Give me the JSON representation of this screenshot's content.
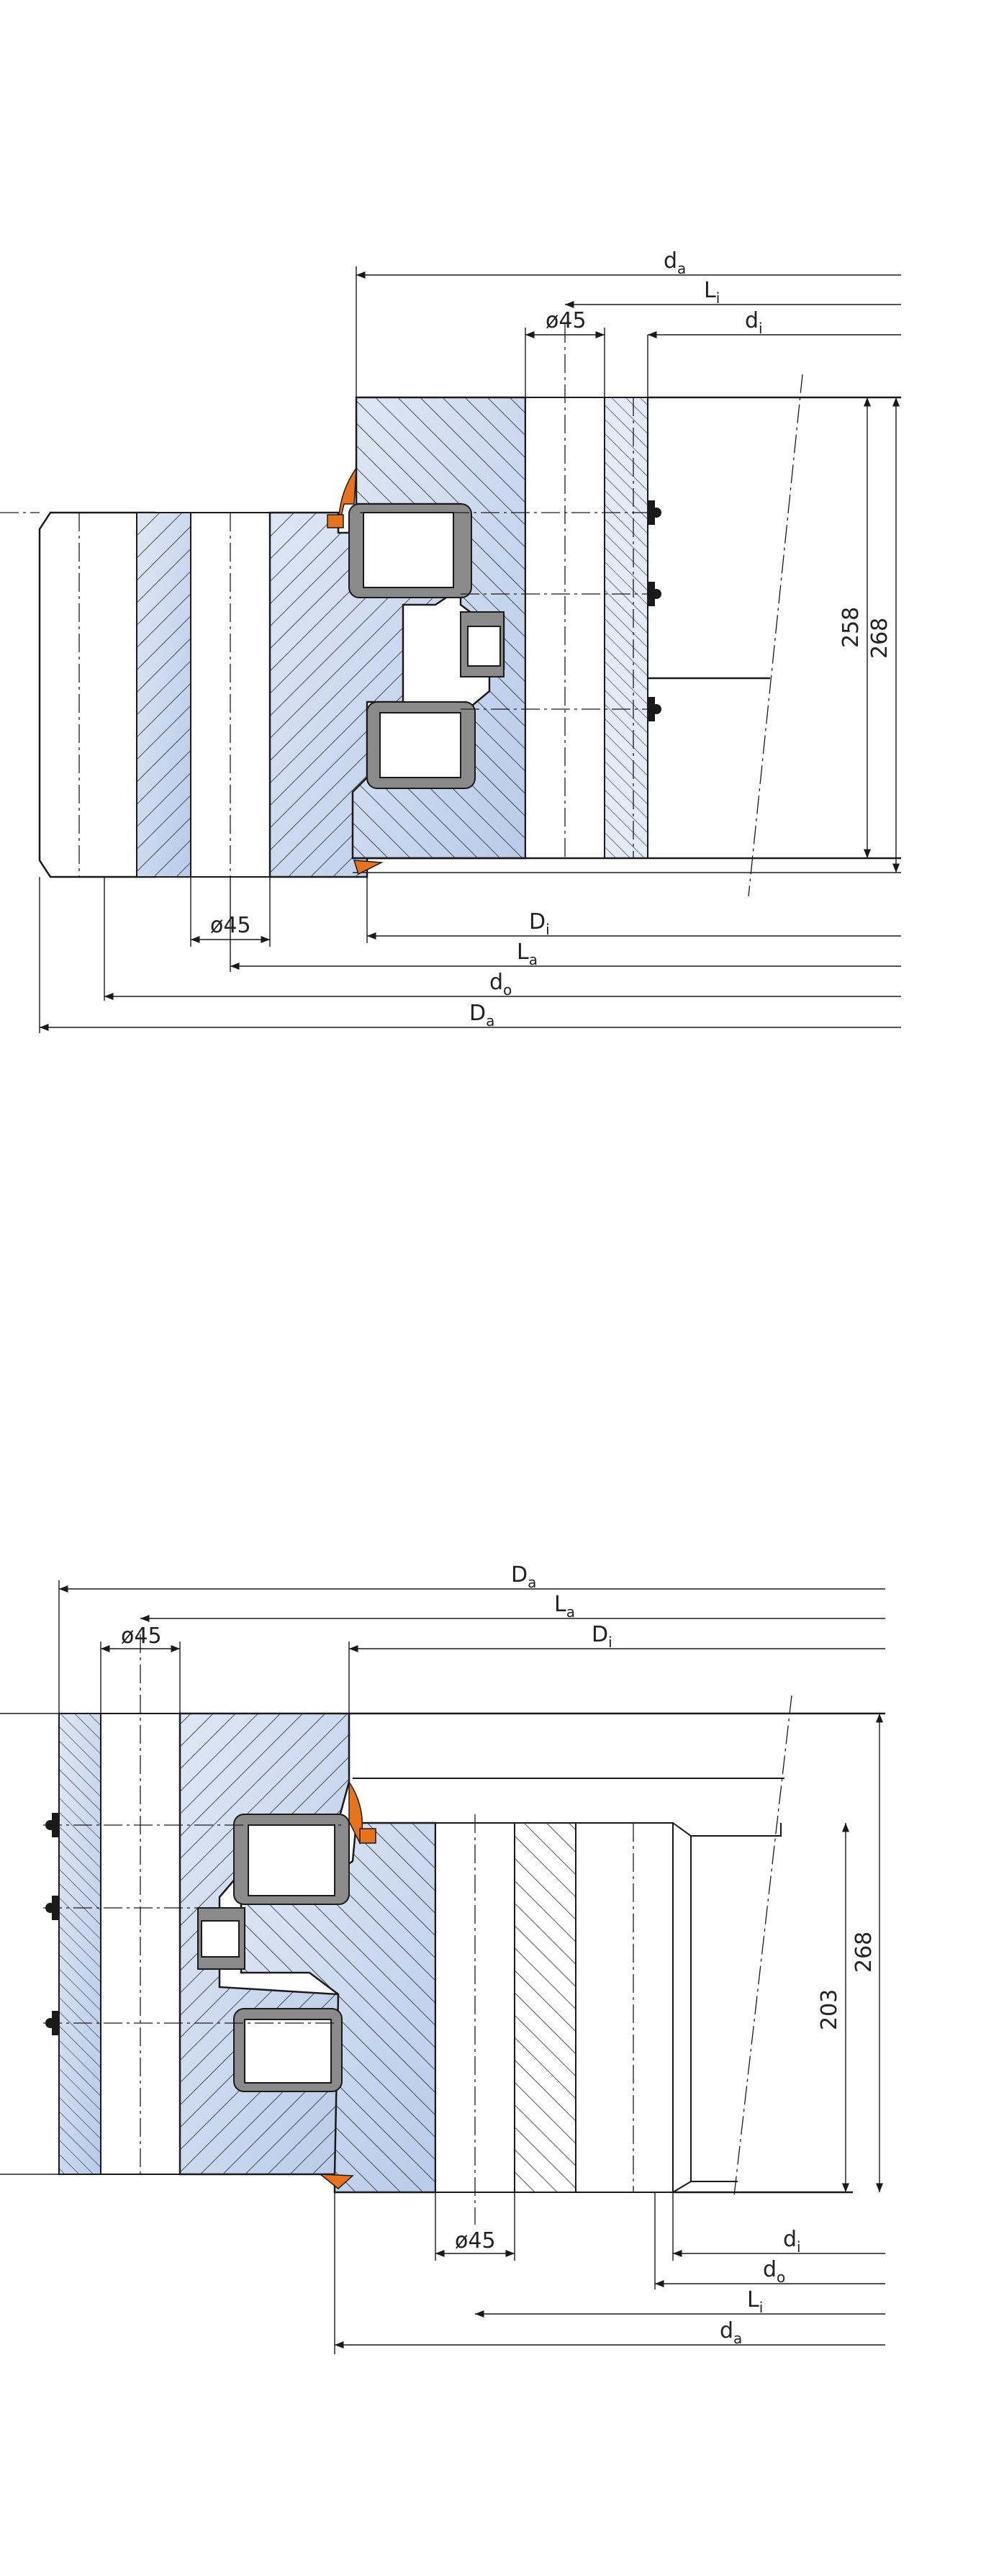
{
  "figures": [
    {
      "id": "top",
      "labels": {
        "da": [
          "d",
          "a"
        ],
        "Li": [
          "L",
          "i"
        ],
        "di": [
          "d",
          "i"
        ],
        "Di": [
          "D",
          "i"
        ],
        "La": [
          "L",
          "a"
        ],
        "do": [
          "d",
          "o"
        ],
        "Da": [
          "D",
          "a"
        ]
      },
      "hole_top": "ø45",
      "hole_bottom": "ø45",
      "height_inner": "258",
      "height_outer": "268"
    },
    {
      "id": "bottom",
      "labels": {
        "Da": [
          "D",
          "a"
        ],
        "La": [
          "L",
          "a"
        ],
        "Di": [
          "D",
          "i"
        ],
        "di": [
          "d",
          "i"
        ],
        "do": [
          "d",
          "o"
        ],
        "Li": [
          "L",
          "i"
        ],
        "da": [
          "d",
          "a"
        ]
      },
      "hole_top": "ø45",
      "hole_bottom": "ø45",
      "height_inner": "203",
      "height_outer": "268"
    }
  ],
  "colors": {
    "ring_blue": "#c9d7ee",
    "ring_blue_light": "#dde6f5",
    "hatch": "#2a2a2a",
    "seal_orange": "#e8731a",
    "roller_gray": "#8a8a8a",
    "line": "#1a1a1a"
  }
}
